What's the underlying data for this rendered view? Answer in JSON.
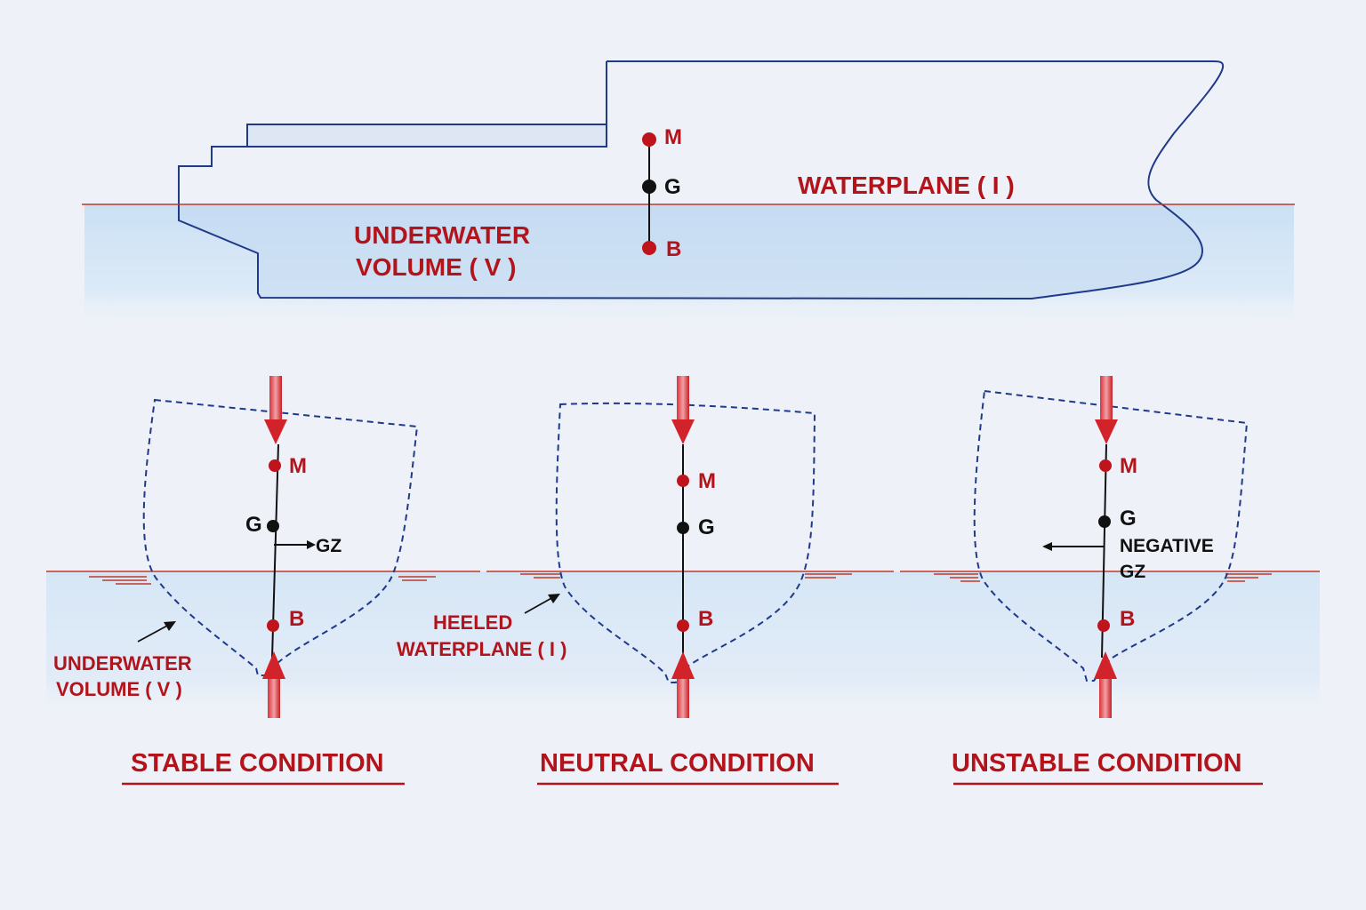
{
  "profile": {
    "point_labels": {
      "m": "M",
      "g": "G",
      "b": "B"
    },
    "waterplane_label": "WATERPLANE ( I )",
    "underwater_label": [
      "UNDERWATER",
      "VOLUME ( V )"
    ]
  },
  "stable": {
    "point_labels": {
      "m": "M",
      "g": "G",
      "b": "B"
    },
    "gz_label": "GZ",
    "underwater_label": [
      "UNDERWATER",
      "VOLUME ( V )"
    ],
    "title": "STABLE CONDITION"
  },
  "neutral": {
    "point_labels": {
      "m": "M",
      "g": "G",
      "b": "B"
    },
    "heeled_label": [
      "HEELED",
      "WATERPLANE ( I )"
    ],
    "title": "NEUTRAL CONDITION"
  },
  "unstable": {
    "point_labels": {
      "m": "M",
      "g": "G",
      "b": "B"
    },
    "gz_label": [
      "NEGATIVE",
      "GZ"
    ],
    "title": "UNSTABLE CONDITION"
  },
  "colors": {
    "label_red": "#b3141c",
    "hull_blue": "#1f3a8a",
    "water": "#cfe3f6",
    "waterline": "#c0392b",
    "background": "#eef2f8"
  }
}
